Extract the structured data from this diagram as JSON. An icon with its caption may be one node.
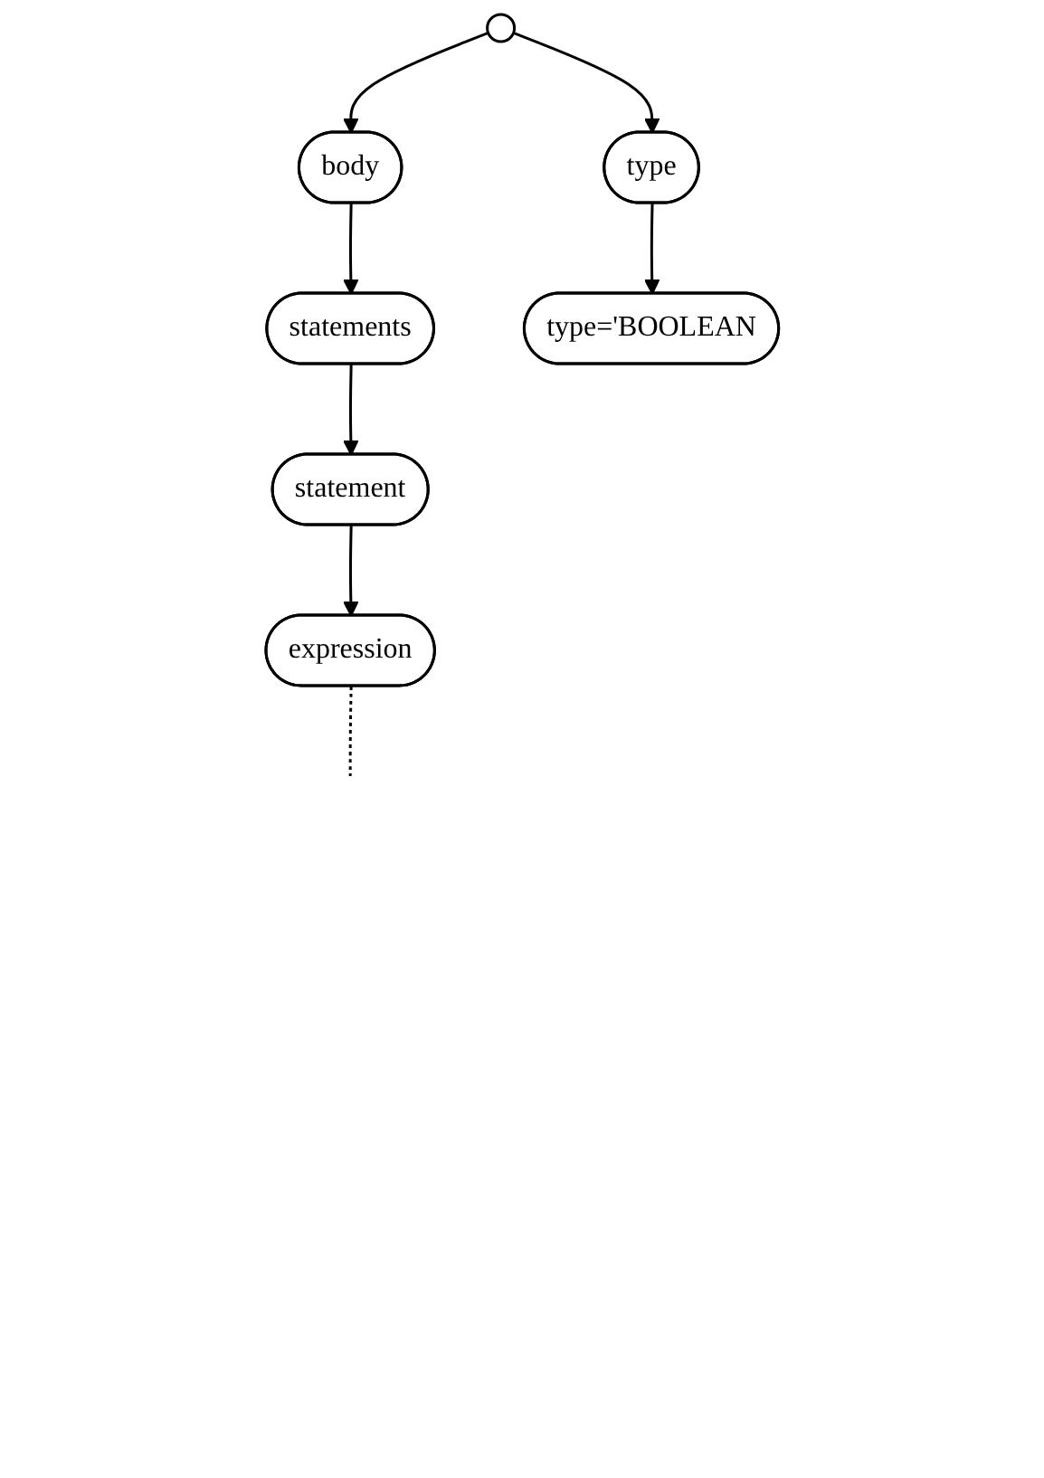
{
  "diagram": {
    "nodes": [
      {
        "text": [],
        "shape": "circle"
      },
      {
        "text": [
          "body"
        ]
      },
      {
        "text": [
          "type"
        ]
      },
      {
        "text": [
          "statements"
        ]
      },
      {
        "text": [
          "type='BOOLEAN"
        ]
      },
      {
        "text": [
          "statement"
        ]
      },
      {
        "text": [
          "expression"
        ]
      }
    ],
    "edges": [
      {
        "from": 0,
        "to": 1,
        "arrow": "to"
      },
      {
        "from": 0,
        "to": 2,
        "arrow": "to"
      },
      {
        "from": 1,
        "to": 3,
        "arrow": "to"
      },
      {
        "from": 2,
        "to": 4,
        "arrow": "to"
      },
      {
        "from": 3,
        "to": 5,
        "arrow": "to"
      },
      {
        "from": 5,
        "to": 6,
        "arrow": "to"
      },
      {
        "from": 6,
        "to": null,
        "arrow": "none",
        "style": "dashed"
      }
    ]
  }
}
